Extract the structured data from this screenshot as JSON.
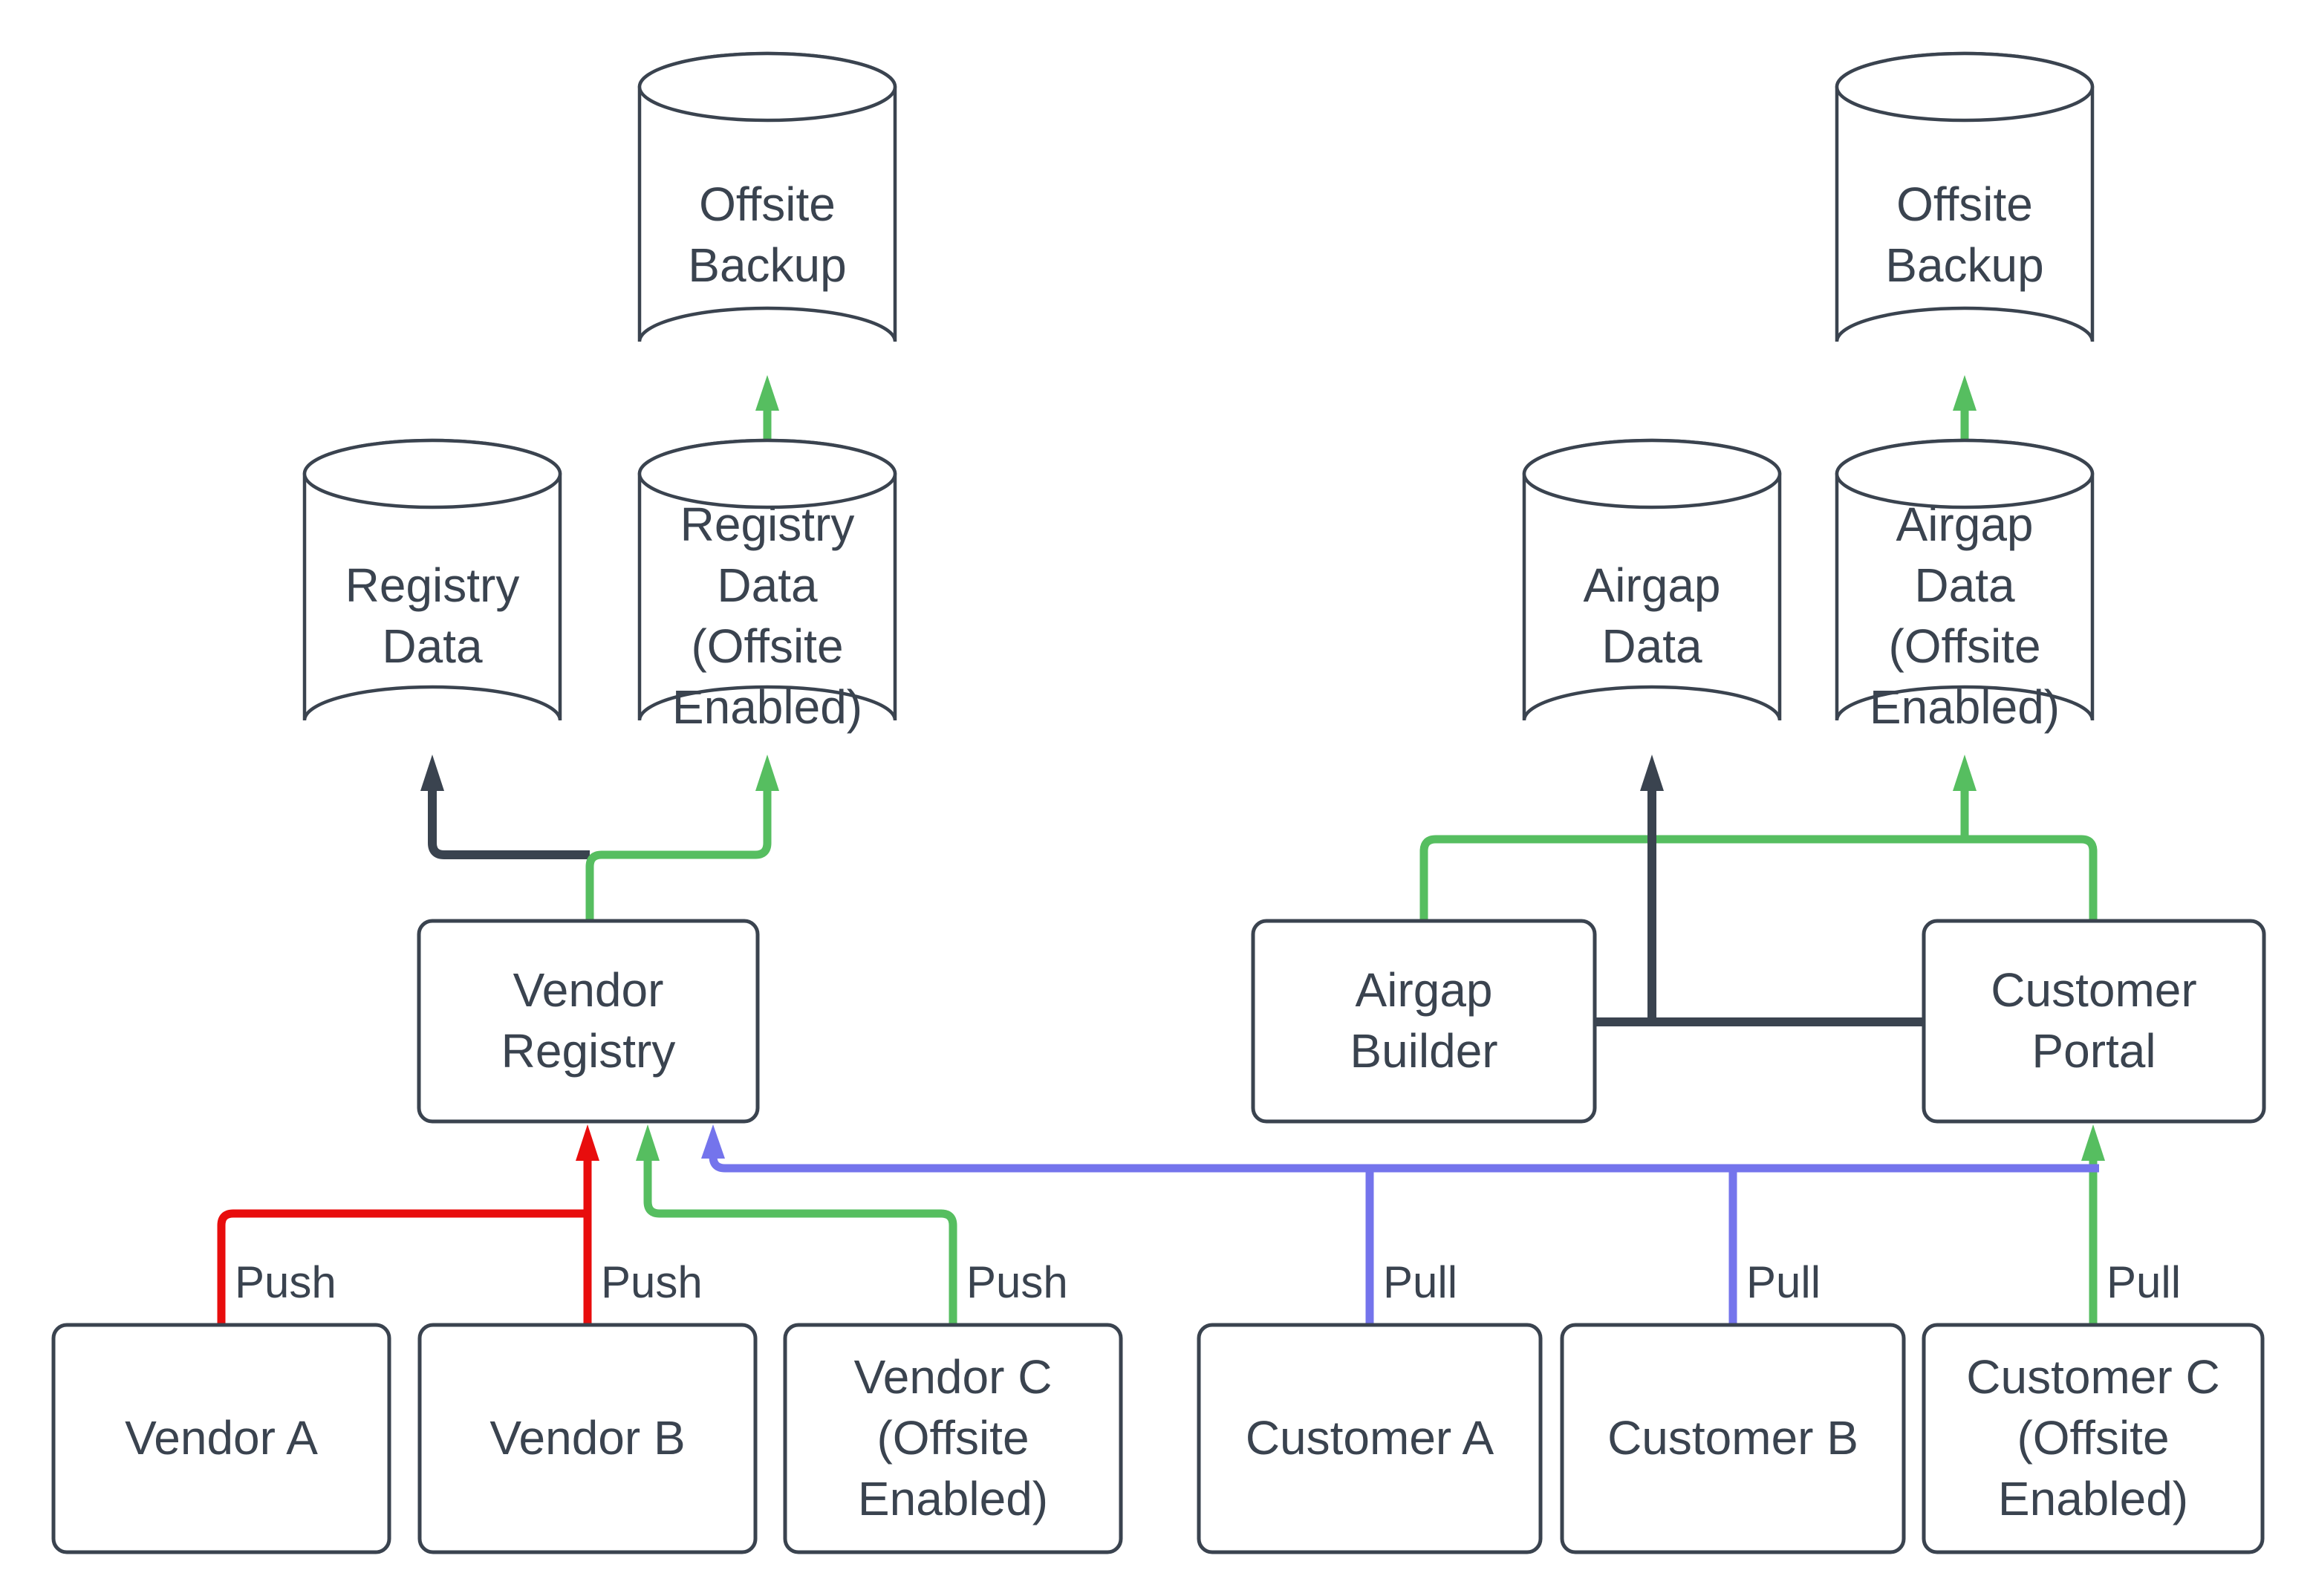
{
  "diagram": {
    "title": "Vendor registry push / customer pull architecture",
    "colors": {
      "dark": "#3A434F",
      "red": "#E80D0D",
      "green": "#56BE60",
      "blue": "#7474EC",
      "text": "#3A434F",
      "bg": "#ffffff"
    },
    "nodes": {
      "offsite_backup_left": {
        "type": "database-cylinder",
        "label": "Offsite\nBackup"
      },
      "registry_data": {
        "type": "database-cylinder",
        "label": "Registry\nData"
      },
      "registry_data_offsite": {
        "type": "database-cylinder",
        "label": "Registry\nData\n(Offsite\nEnabled)"
      },
      "offsite_backup_right": {
        "type": "database-cylinder",
        "label": "Offsite\nBackup"
      },
      "airgap_data": {
        "type": "database-cylinder",
        "label": "Airgap\nData"
      },
      "airgap_data_offsite": {
        "type": "database-cylinder",
        "label": "Airgap\nData\n(Offsite\nEnabled)"
      },
      "vendor_registry": {
        "type": "process-box",
        "label": "Vendor\nRegistry"
      },
      "airgap_builder": {
        "type": "process-box",
        "label": "Airgap\nBuilder"
      },
      "customer_portal": {
        "type": "process-box",
        "label": "Customer\nPortal"
      },
      "vendor_a": {
        "type": "process-box",
        "label": "Vendor A"
      },
      "vendor_b": {
        "type": "process-box",
        "label": "Vendor B"
      },
      "vendor_c": {
        "type": "process-box",
        "label": "Vendor C\n(Offsite\nEnabled)"
      },
      "customer_a": {
        "type": "process-box",
        "label": "Customer A"
      },
      "customer_b": {
        "type": "process-box",
        "label": "Customer B"
      },
      "customer_c": {
        "type": "process-box",
        "label": "Customer C\n(Offsite\nEnabled)"
      }
    },
    "edge_labels": {
      "push_a": "Push",
      "push_b": "Push",
      "push_c": "Push",
      "pull_a": "Pull",
      "pull_b": "Pull",
      "pull_c": "Pull"
    },
    "edges": [
      {
        "from": "Vendor A",
        "to": "Vendor Registry",
        "label": "Push",
        "color": "red"
      },
      {
        "from": "Vendor B",
        "to": "Vendor Registry",
        "label": "Push",
        "color": "red"
      },
      {
        "from": "Vendor C (Offsite Enabled)",
        "to": "Vendor Registry",
        "label": "Push",
        "color": "green"
      },
      {
        "from": "Customer A",
        "to": "Vendor Registry",
        "label": "Pull",
        "color": "blue"
      },
      {
        "from": "Customer B",
        "to": "Vendor Registry",
        "label": "Pull",
        "color": "blue"
      },
      {
        "from": "Customer C (Offsite Enabled)",
        "to": "Customer Portal",
        "label": "Pull",
        "color": "green"
      },
      {
        "from": "Vendor Registry",
        "to": "Registry Data",
        "label": "",
        "color": "dark"
      },
      {
        "from": "Vendor Registry",
        "to": "Registry Data (Offsite Enabled)",
        "label": "",
        "color": "green"
      },
      {
        "from": "Registry Data (Offsite Enabled)",
        "to": "Offsite Backup",
        "label": "",
        "color": "green"
      },
      {
        "from": "Airgap Builder",
        "to": "Airgap Data",
        "label": "",
        "color": "dark"
      },
      {
        "from": "Customer Portal",
        "to": "Airgap Data",
        "label": "",
        "color": "dark"
      },
      {
        "from": "Airgap Builder",
        "to": "Airgap Data (Offsite Enabled)",
        "label": "",
        "color": "green"
      },
      {
        "from": "Customer Portal",
        "to": "Airgap Data (Offsite Enabled)",
        "label": "",
        "color": "green"
      },
      {
        "from": "Airgap Data (Offsite Enabled)",
        "to": "Offsite Backup",
        "label": "",
        "color": "green"
      }
    ]
  }
}
